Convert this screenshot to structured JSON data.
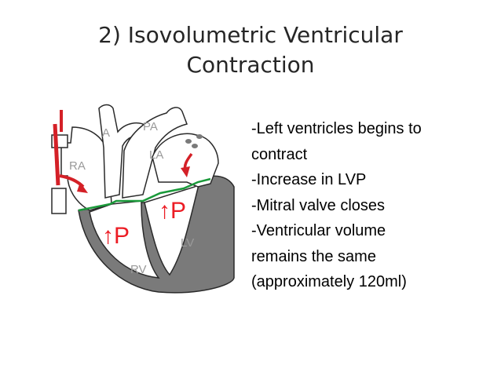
{
  "slide": {
    "title_lines": [
      "2) Isovolumetric Ventricular",
      "Contraction"
    ],
    "bullet_lines": [
      "-Left ventricles begins to",
      "contract",
      "-Increase in LVP",
      "-Mitral valve closes",
      "-Ventricular volume",
      "remains the same",
      "(approximately 120ml)"
    ]
  },
  "diagram": {
    "labels": {
      "a": "A",
      "pa": "PA",
      "ra": "RA",
      "la": "LA",
      "lv": "LV",
      "rv": "RV",
      "pressure_rv": "↑P",
      "pressure_lv": "↑P"
    },
    "colors": {
      "myocardium": "#7a7a7a",
      "outline": "#2a2a2a",
      "blood_flow": "#d42027",
      "valve_line": "#1a9a3a",
      "label_gray": "#9a9a9a",
      "pressure_red": "#ec1c24"
    }
  }
}
